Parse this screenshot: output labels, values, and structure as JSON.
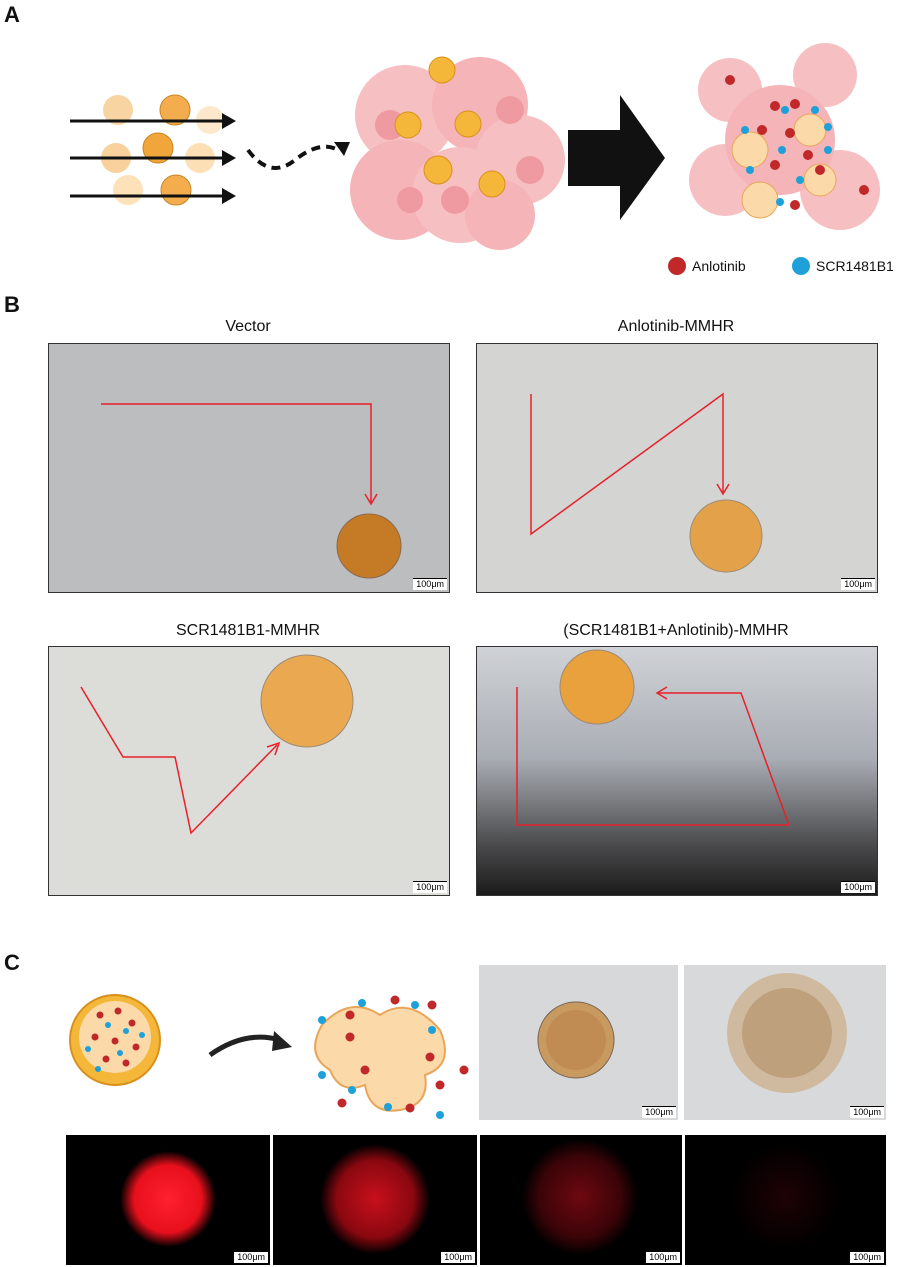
{
  "panels": {
    "a": {
      "letter": "A",
      "legend": [
        {
          "label": "Anlotinib",
          "color": "#c0282a"
        },
        {
          "label": "SCR1481B1",
          "color": "#1da1d8"
        }
      ]
    },
    "b": {
      "letter": "B",
      "images": [
        {
          "title": "Vector",
          "scale": "100μm"
        },
        {
          "title": "Anlotinib-MMHR",
          "scale": "100μm"
        },
        {
          "title": "SCR1481B1-MMHR",
          "scale": "100μm"
        },
        {
          "title": "(SCR1481B1+Anlotinib)-MMHR",
          "scale": "100μm"
        }
      ]
    },
    "c": {
      "letter": "C",
      "bright_scales": [
        "100μm",
        "100μm"
      ],
      "fluor_scales": [
        "100μm",
        "100μm",
        "100μm",
        "100μm"
      ]
    }
  },
  "colors": {
    "arrow_red": "#e8202a",
    "bead_orange": "#f0a63a",
    "cell_pink": "#f4b4b8"
  }
}
